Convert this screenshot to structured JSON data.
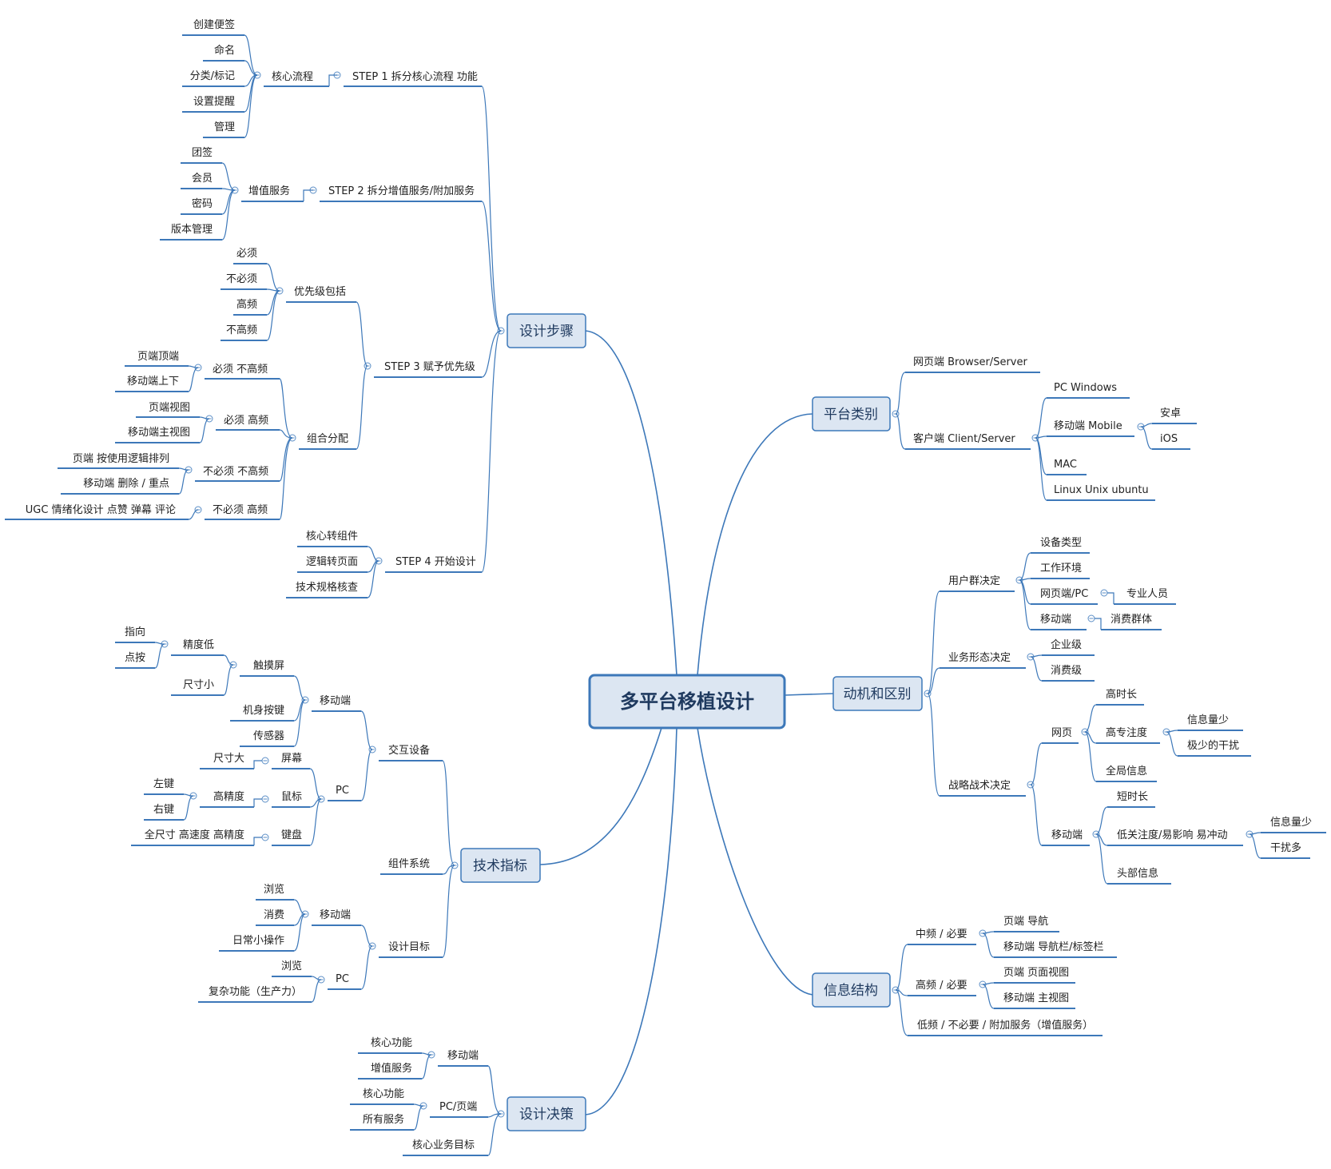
{
  "root": {
    "label": "多平台移植设计"
  },
  "hubs": [
    {
      "key": "design_steps",
      "label": "设计步骤"
    },
    {
      "key": "platform_types",
      "label": "平台类别"
    },
    {
      "key": "motive",
      "label": "动机和区别"
    },
    {
      "key": "tech_metrics",
      "label": "技术指标"
    },
    {
      "key": "info_structure",
      "label": "信息结构"
    },
    {
      "key": "design_decision",
      "label": "设计决策"
    }
  ],
  "design_steps": {
    "step1": {
      "label": "STEP 1 拆分核心流程 功能",
      "core_flow": {
        "label": "核心流程",
        "items": [
          "创建便签",
          "命名",
          "分类/标记",
          "设置提醒",
          "管理"
        ]
      }
    },
    "step2": {
      "label": "STEP 2 拆分增值服务/附加服务",
      "value_added": {
        "label": "增值服务",
        "items": [
          "团签",
          "会员",
          "密码",
          "版本管理"
        ]
      }
    },
    "step3": {
      "label": "STEP 3 赋予优先级",
      "priority": {
        "label": "优先级包括",
        "items": [
          "必须",
          "不必须",
          "高频",
          "不高频"
        ]
      },
      "combo": {
        "label": "组合分配",
        "groups": [
          {
            "label": "必须 不高频",
            "items": [
              "页端顶端",
              "移动端上下"
            ]
          },
          {
            "label": "必须 高频",
            "items": [
              "页端视图",
              "移动端主视图"
            ]
          },
          {
            "label": "不必须 不高频",
            "items": [
              "页端 按使用逻辑排列",
              "移动端 删除  /  重点"
            ]
          },
          {
            "label": "不必须 高频",
            "items": [
              "UGC 情绪化设计    点赞   弹幕  评论"
            ]
          }
        ]
      }
    },
    "step4": {
      "label": "STEP 4 开始设计",
      "items": [
        "核心转组件",
        "逻辑转页面",
        "技术规格核查"
      ]
    }
  },
  "platform_types": {
    "web": "网页端  Browser/Server",
    "client": {
      "label": "客户端 Client/Server",
      "pc": "PC Windows",
      "mobile": {
        "label": "移动端 Mobile",
        "items": [
          "安卓",
          "iOS"
        ]
      },
      "mac": "MAC",
      "linux": "Linux Unix ubuntu"
    }
  },
  "motive": {
    "user_group": {
      "label": "用户群决定",
      "device": "设备类型",
      "env": "工作环境",
      "web_pc": {
        "label": "网页端/PC",
        "child": "专业人员"
      },
      "mobile": {
        "label": "移动端",
        "child": "消费群体"
      }
    },
    "business": {
      "label": "业务形态决定",
      "items": [
        "企业级",
        "消费级"
      ]
    },
    "strategy": {
      "label": "战略战术决定",
      "web": {
        "label": "网页",
        "long": "高时长",
        "focus": {
          "label": "高专注度",
          "items": [
            "信息量少",
            "极少的干扰"
          ]
        },
        "global": "全局信息"
      },
      "mobile": {
        "label": "移动端",
        "short": "短时长",
        "low": {
          "label": "低关注度/易影响 易冲动",
          "items": [
            "信息量少",
            "干扰多"
          ]
        },
        "head": "头部信息"
      }
    }
  },
  "tech_metrics": {
    "interaction": {
      "label": "交互设备",
      "mobile": {
        "label": "移动端",
        "touch": {
          "label": "触摸屏",
          "low_precision": {
            "label": "精度低",
            "items": [
              "指向",
              "点按"
            ]
          },
          "small": "尺寸小"
        },
        "keys": "机身按键",
        "sensor": "传感器"
      },
      "pc": {
        "label": "PC",
        "screen": {
          "label": "屏幕",
          "child": "尺寸大"
        },
        "mouse": {
          "label": "鼠标",
          "precision": {
            "label": "高精度",
            "items": [
              "左键",
              "右键"
            ]
          }
        },
        "keyboard": {
          "label": "键盘",
          "child": "全尺寸 高速度 高精度"
        }
      }
    },
    "component": "组件系统",
    "goals": {
      "label": "设计目标",
      "mobile": {
        "label": "移动端",
        "items": [
          "浏览",
          "消费",
          "日常小操作"
        ]
      },
      "pc": {
        "label": "PC",
        "items": [
          "浏览",
          "复杂功能（生产力）"
        ]
      }
    }
  },
  "info_structure": {
    "mid": {
      "label": "中频 / 必要",
      "items": [
        "页端 导航",
        "移动端 导航栏/标签栏"
      ]
    },
    "high": {
      "label": "高频 / 必要",
      "items": [
        "页端 页面视图",
        "移动端 主视图"
      ]
    },
    "low": "低频 / 不必要 / 附加服务（增值服务）"
  },
  "design_decision": {
    "mobile": {
      "label": "移动端",
      "items": [
        "核心功能",
        "增值服务"
      ]
    },
    "pc_web": {
      "label": "PC/页端",
      "items": [
        "核心功能",
        "所有服务"
      ]
    },
    "goal": "核心业务目标"
  }
}
